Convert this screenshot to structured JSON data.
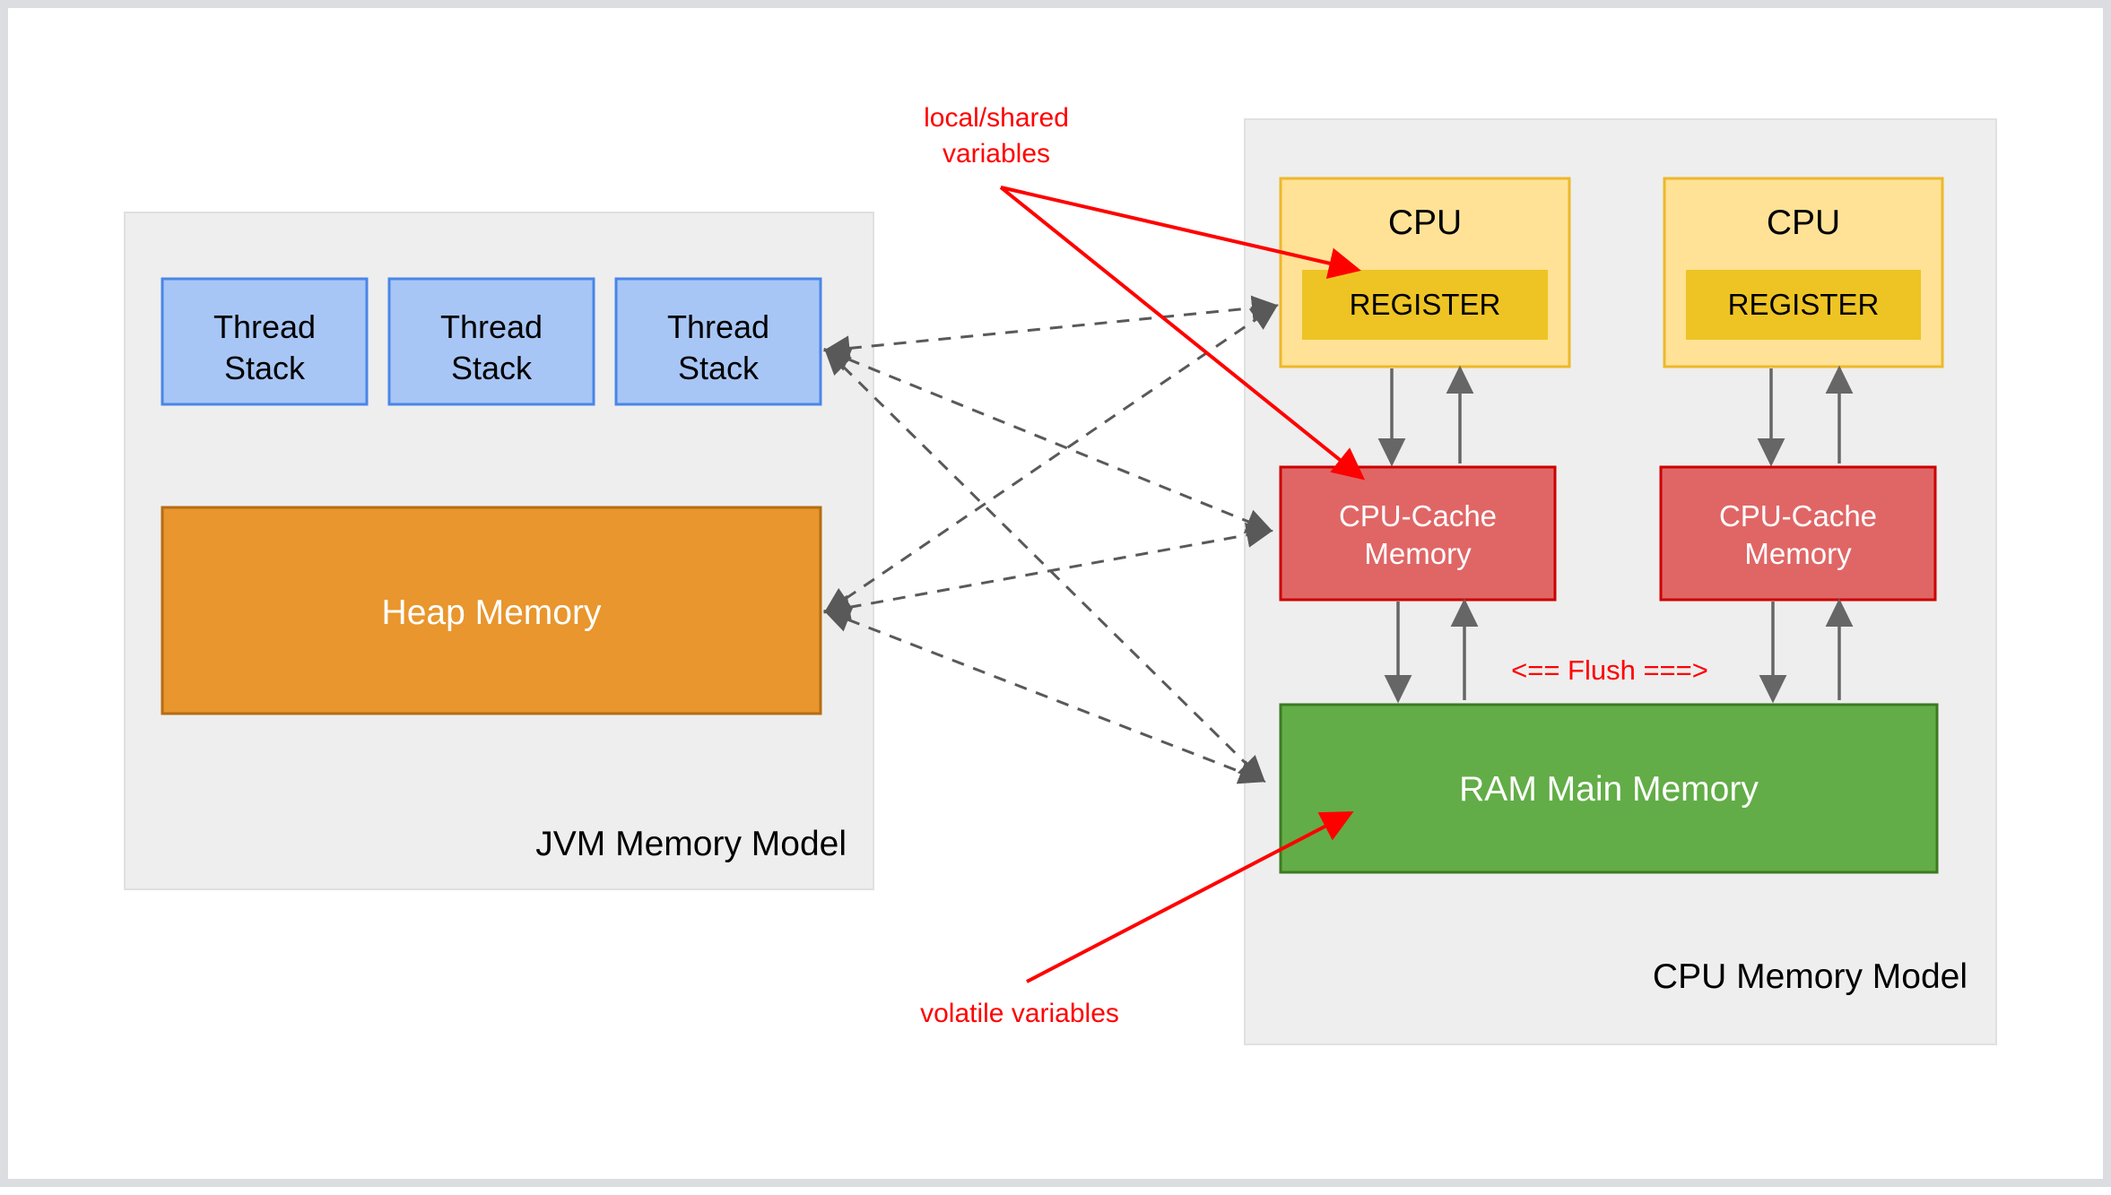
{
  "colors": {
    "canvas": "#ffffff",
    "frame_border": "#dcdde0",
    "panel_fill": "#eeeeee",
    "thread_fill": "#a8c6f5",
    "thread_stroke": "#4a86e8",
    "heap_fill": "#e8962d",
    "heap_stroke": "#b66c12",
    "cpu_fill": "#ffe296",
    "cpu_stroke": "#edb829",
    "register_fill": "#eec424",
    "cache_fill": "#e06666",
    "cache_stroke": "#cc0000",
    "ram_fill": "#62ad47",
    "ram_stroke": "#3d7a22",
    "annotation_red": "#ff0000",
    "connector_grey": "#595959"
  },
  "jvm_panel": {
    "caption": "JVM Memory Model",
    "thread_stacks": [
      {
        "line1": "Thread",
        "line2": "Stack"
      },
      {
        "line1": "Thread",
        "line2": "Stack"
      },
      {
        "line1": "Thread",
        "line2": "Stack"
      }
    ],
    "heap": {
      "label": "Heap Memory"
    }
  },
  "cpu_panel": {
    "caption": "CPU Memory Model",
    "cpus": [
      {
        "label": "CPU",
        "register": {
          "label": "REGISTER"
        },
        "cache": {
          "line1": "CPU-Cache",
          "line2": "Memory"
        }
      },
      {
        "label": "CPU",
        "register": {
          "label": "REGISTER"
        },
        "cache": {
          "line1": "CPU-Cache",
          "line2": "Memory"
        }
      }
    ],
    "ram": {
      "label": "RAM Main Memory"
    },
    "flush": {
      "label": "<== Flush ===>"
    }
  },
  "annotations": {
    "local_shared": {
      "line1": "local/shared",
      "line2": "variables"
    },
    "volatile": {
      "label": "volatile variables"
    }
  }
}
